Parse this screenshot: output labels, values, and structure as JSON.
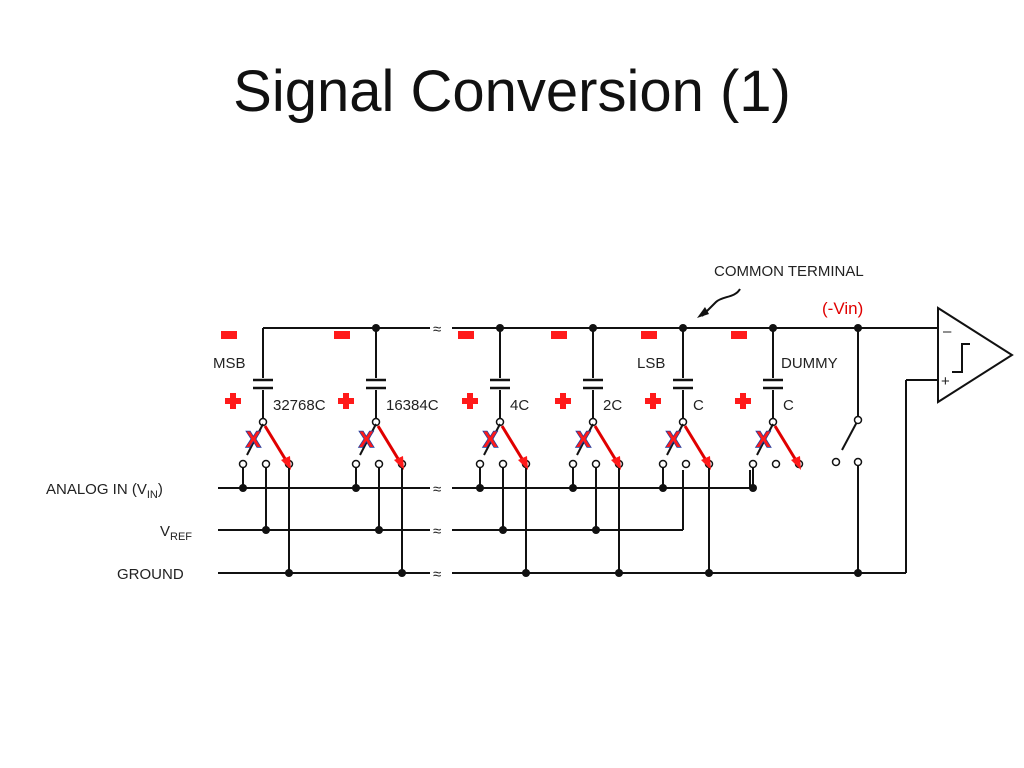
{
  "slide": {
    "title": "Signal Conversion (1)"
  },
  "labels": {
    "common_terminal": "COMMON TERMINAL",
    "minus_vin": "(-Vin)",
    "msb": "MSB",
    "lsb": "LSB",
    "dummy": "DUMMY",
    "analog_in_main": "ANALOG IN (V",
    "analog_in_sub": "IN",
    "analog_in_close": ")",
    "vref_main": "V",
    "vref_sub": "REF",
    "ground": "GROUND",
    "opamp_minus": "–",
    "opamp_plus": "+"
  },
  "capacitors": [
    "32768C",
    "16384C",
    "4C",
    "2C",
    "C",
    "C"
  ],
  "colors": {
    "annotation_red": "#ff1a1a",
    "x_outline": "#1d3fa0"
  }
}
